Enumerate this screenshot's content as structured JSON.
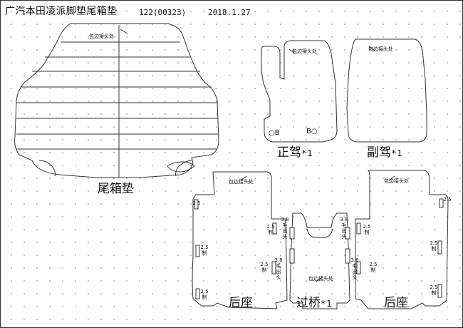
{
  "header": {
    "title": "广汽本田凌派脚垫尾箱垫",
    "code": "122(00323)",
    "date": "2018.1.27"
  },
  "parts": {
    "trunk_mat": {
      "label": "尾箱垫"
    },
    "driver_mat": {
      "label": "正驾",
      "qty": "*1"
    },
    "passenger_mat": {
      "label": "副驾",
      "qty": "*1"
    },
    "rear_left_mat": {
      "label": "后座"
    },
    "bridge_mat": {
      "label": "过桥",
      "qty": "*1"
    },
    "rear_right_mat": {
      "label": "后座"
    }
  },
  "annotations": {
    "edge_seam": "包边接头处",
    "hole_b_left": "○B",
    "hole_b_right": "B○",
    "tab_25": "2.5制",
    "tab_25_r": "2.5",
    "tab_38": "3.8毛出头"
  }
}
